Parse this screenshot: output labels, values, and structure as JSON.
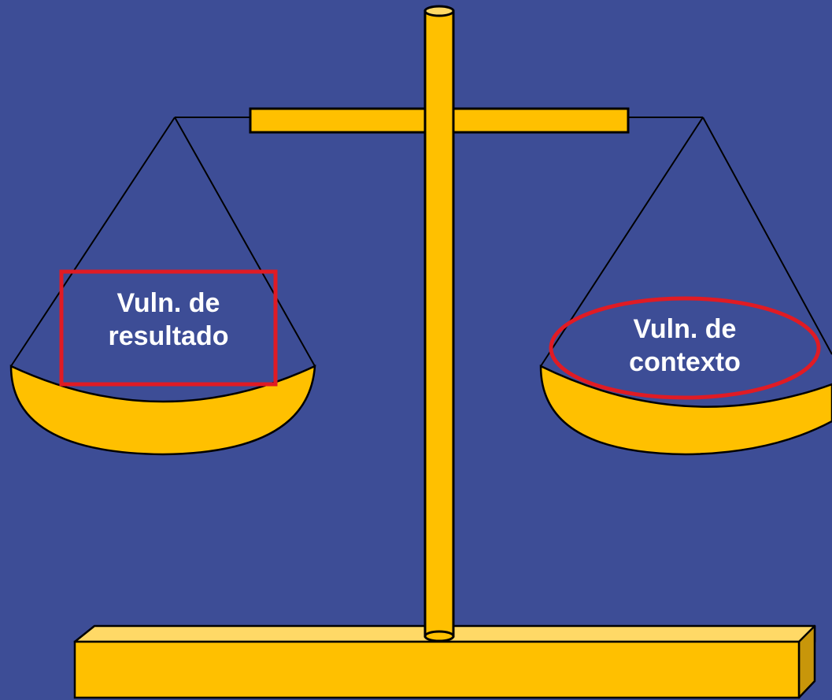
{
  "colors": {
    "background": "#3d4d96",
    "scale_fill": "#ffc000",
    "scale_light": "#ffd966",
    "scale_dark": "#c8960a",
    "outline": "#000000",
    "highlight": "#e01b24",
    "label_text": "#ffffff"
  },
  "left_pan": {
    "highlight_shape": "rectangle",
    "label_line1": "Vuln. de",
    "label_line2": "resultado"
  },
  "right_pan": {
    "highlight_shape": "ellipse",
    "label_line1": "Vuln. de",
    "label_line2": "contexto"
  }
}
